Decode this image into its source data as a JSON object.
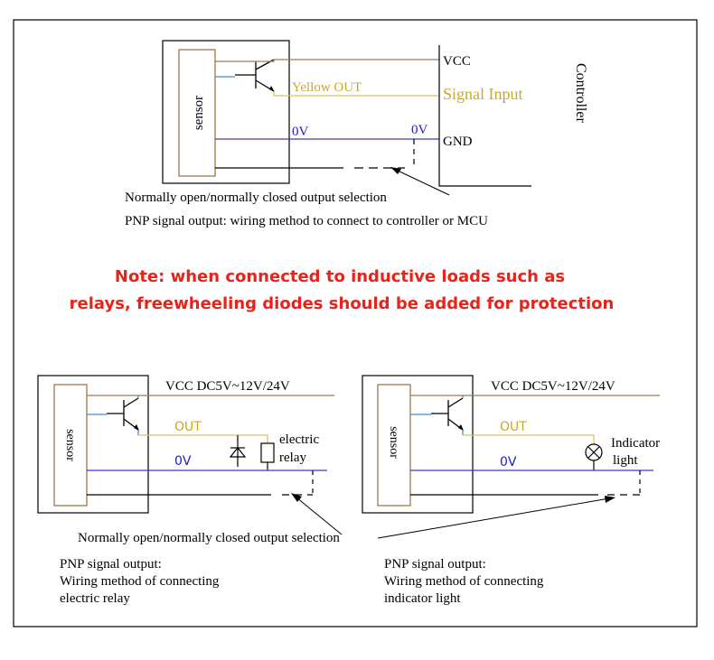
{
  "colors": {
    "frame": "#000000",
    "vcc_wire": "#9b7b5a",
    "signal_wire": "#d8c26a",
    "signal_text": "#c9a92a",
    "ground_wire": "#3b3bc8",
    "ground_text": "#2020c0",
    "note_text": "#e8231a",
    "sensor_box": "#9b6a3a",
    "dark": "#000000"
  },
  "top": {
    "sensor_label": "sensor",
    "vcc_label": "VCC",
    "out_label": "Yellow OUT",
    "signal_input_label": "Signal Input",
    "zero_v_left": "0V",
    "zero_v_right": "0V",
    "gnd_label": "GND",
    "controller_label": "Controller",
    "selection_label": "Normally open/normally closed output selection",
    "caption": "PNP signal output: wiring method to connect to controller or MCU"
  },
  "note": {
    "line1": "Note: when connected to inductive loads such as",
    "line2": "relays, freewheeling diodes should be added for protection"
  },
  "relay_circuit": {
    "sensor_label": "sensor",
    "vcc_label": "VCC DC5V~12V/24V",
    "out_label": "OUT",
    "zero_v_label": "0V",
    "relay_label_1": "electric",
    "relay_label_2": "relay",
    "caption_1": "PNP signal output:",
    "caption_2": "Wiring method of connecting",
    "caption_3": "electric relay"
  },
  "light_circuit": {
    "sensor_label": "sensor",
    "vcc_label": "VCC DC5V~12V/24V",
    "out_label": "OUT",
    "zero_v_label": "0V",
    "light_label_1": "Indicator",
    "light_label_2": "light",
    "caption_1": "PNP signal output:",
    "caption_2": "Wiring method of connecting",
    "caption_3": "indicator light"
  },
  "bottom_selection_label": "Normally open/normally closed output selection"
}
